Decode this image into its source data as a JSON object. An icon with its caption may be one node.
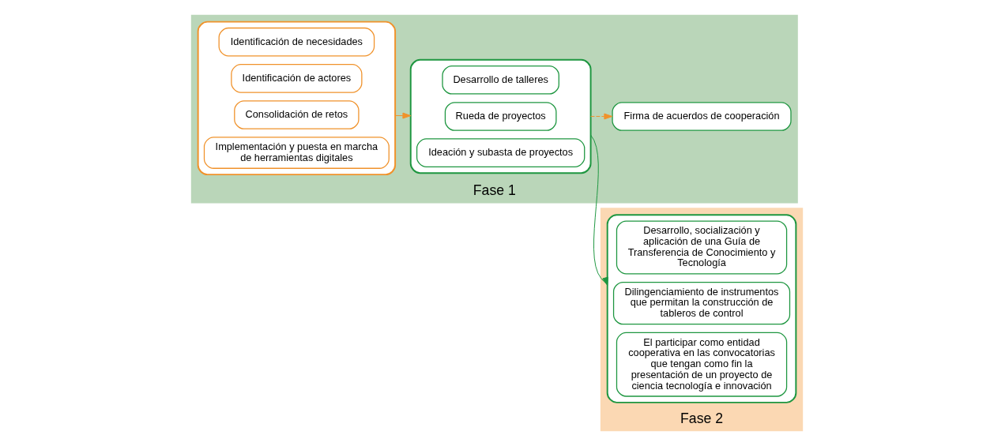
{
  "diagram": {
    "nodes": [
      {
        "text": [
          "Fase 1"
        ]
      },
      {
        "text": [],
        "shape": "ellipse",
        "in": 0
      },
      {
        "text": [
          "Identificación de necesidades"
        ],
        "in": 1
      },
      {
        "text": [
          "Identificación de actores"
        ],
        "in": 1
      },
      {
        "text": [
          "Consolidación de retos"
        ],
        "in": 1
      },
      {
        "text": [
          "Implementación y puesta en marcha de herramientas digitales"
        ],
        "in": 1
      },
      {
        "text": [],
        "shape": "ellipse",
        "in": 0
      },
      {
        "text": [
          "Desarrollo de talleres"
        ],
        "in": 6
      },
      {
        "text": [
          "Rueda de proyectos"
        ],
        "in": 6
      },
      {
        "text": [
          "Ideación y subasta de proyectos"
        ],
        "in": 6
      },
      {
        "text": [
          "Firma de acuerdos de cooperación"
        ],
        "in": 0
      },
      {
        "text": [
          "Fase 2"
        ]
      },
      {
        "text": [],
        "shape": "ellipse",
        "in": 11
      },
      {
        "text": [
          "Desarrollo, socialización y aplicación de una Guía de Transferencia de Conocimiento y Tecnología"
        ],
        "in": 12
      },
      {
        "text": [
          "Dilingenciamiento de instrumentos que permitan la construcción de tableros de control"
        ],
        "in": 12
      },
      {
        "text": [
          "El participar como entidad cooperativa en las convocatorias que tengan como fin la presentación de un proyecto de ciencia tecnología e innovación"
        ],
        "in": 12
      }
    ],
    "edges": [
      {
        "from": 1,
        "to": 6,
        "arrow": "to",
        "color": "#f0922b"
      },
      {
        "from": 6,
        "to": 12,
        "arrow": "to",
        "color": "#1e9640"
      },
      {
        "from": 6,
        "to": 10,
        "arrow": "to",
        "style": "dashed",
        "color": "#f0922b"
      }
    ]
  }
}
